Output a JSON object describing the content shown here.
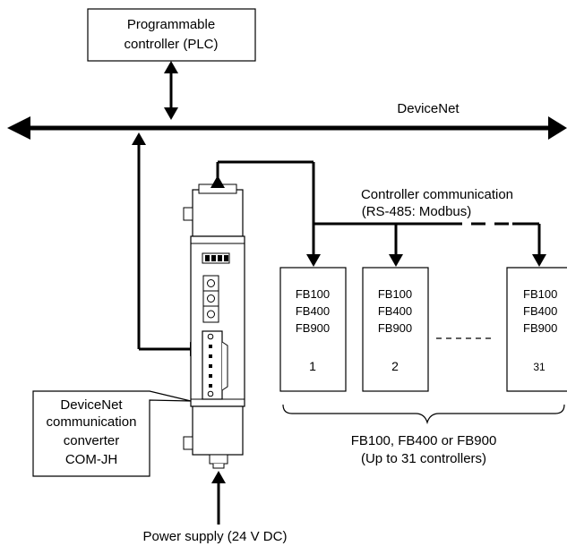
{
  "plc": {
    "line1": "Programmable",
    "line2": "controller (PLC)"
  },
  "bus": {
    "label": "DeviceNet"
  },
  "comm": {
    "line1": "Controller communication",
    "line2": "(RS-485: Modbus)"
  },
  "converter": {
    "line1": "DeviceNet",
    "line2": "communication",
    "line3": "converter",
    "line4": "COM-JH"
  },
  "controllers": [
    {
      "models": [
        "FB100",
        "FB400",
        "FB900"
      ],
      "number": "1"
    },
    {
      "models": [
        "FB100",
        "FB400",
        "FB900"
      ],
      "number": "2"
    },
    {
      "models": [
        "FB100",
        "FB400",
        "FB900"
      ],
      "number": "31"
    }
  ],
  "group": {
    "line1": "FB100, FB400 or FB900",
    "line2": "(Up to 31 controllers)"
  },
  "power": {
    "label": "Power supply (24 V DC)"
  }
}
